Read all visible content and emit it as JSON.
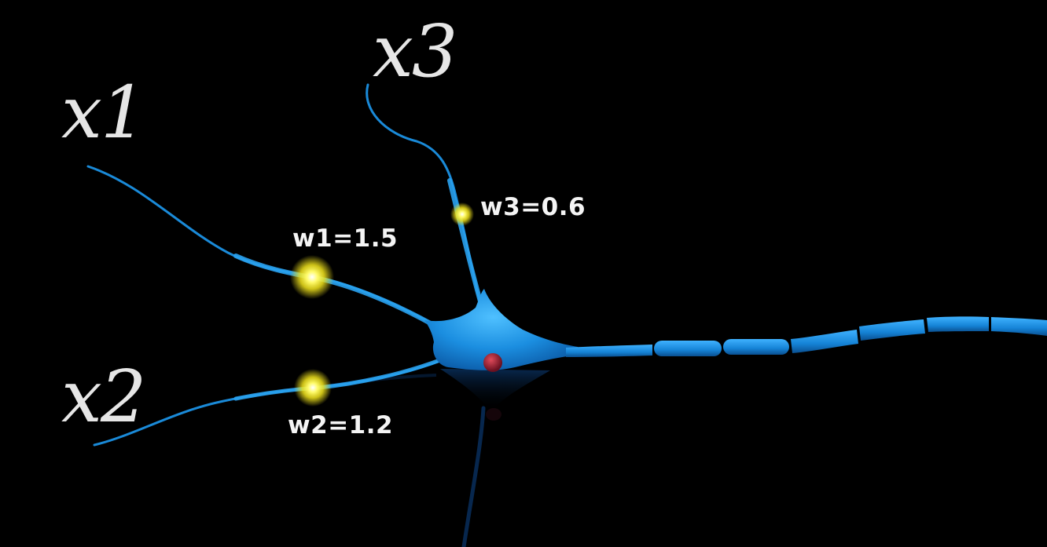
{
  "inputs": {
    "x1": "x1",
    "x2": "x2",
    "x3": "x3"
  },
  "weights": {
    "w1": "w1=1.5",
    "w2": "w2=1.2",
    "w3": "w3=0.6"
  },
  "colors": {
    "background": "#000000",
    "neuron": "#1a8ad8",
    "synapse": "#fff23a",
    "nucleus": "#b02a3a",
    "label": "#e6e6e6"
  }
}
